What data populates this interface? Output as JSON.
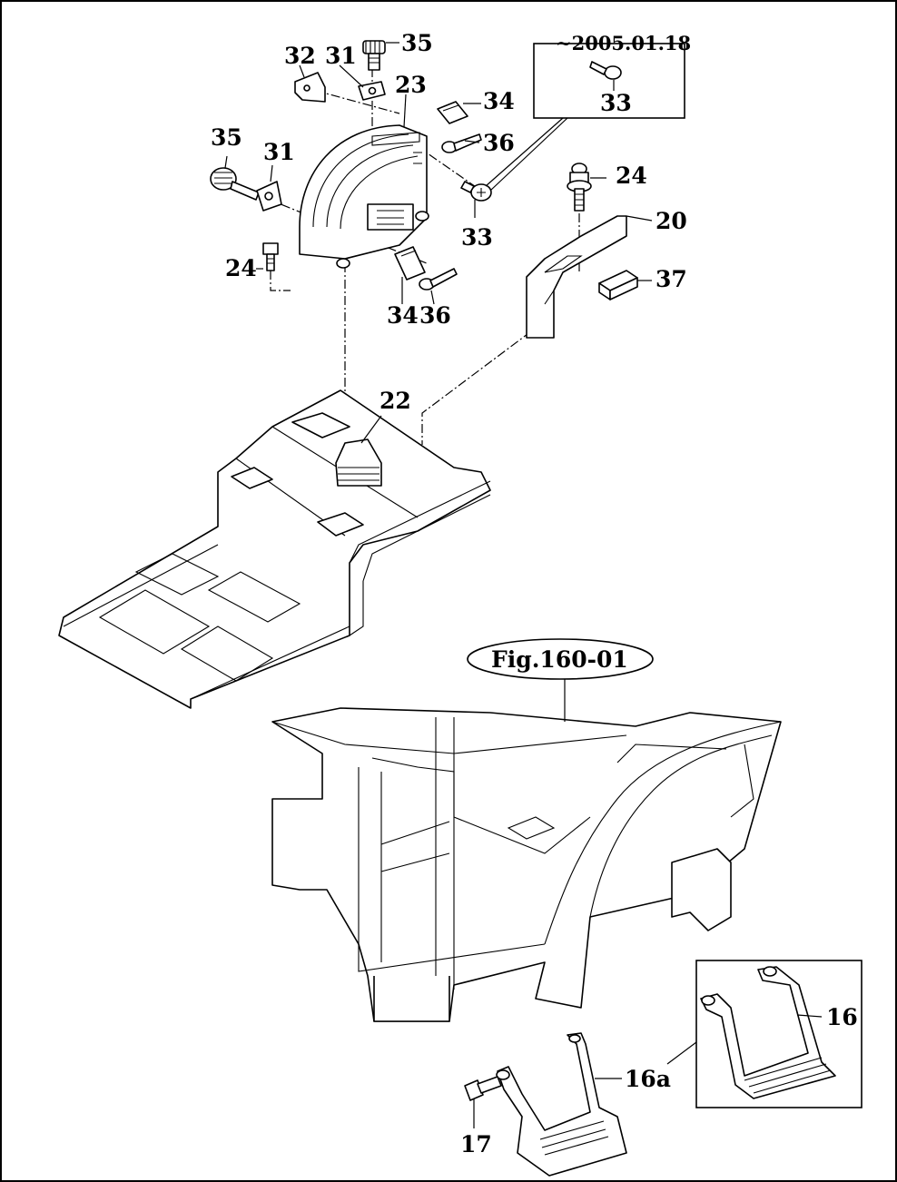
{
  "labels": {
    "l35a": "35",
    "l32": "32",
    "l31a": "31",
    "l23": "23",
    "l34a": "34",
    "l36a": "36",
    "l35b": "35",
    "l31b": "31",
    "l24a": "24",
    "l34b": "34",
    "l36b": "36",
    "l33a": "33",
    "l33b": "33",
    "l24b": "24",
    "l20": "20",
    "l37": "37",
    "l22": "22",
    "l16": "16",
    "l16a": "16a",
    "l17": "17"
  },
  "date_box": {
    "label": "~2005.01.18"
  },
  "figure_ref": {
    "label": "Fig.160-01"
  }
}
